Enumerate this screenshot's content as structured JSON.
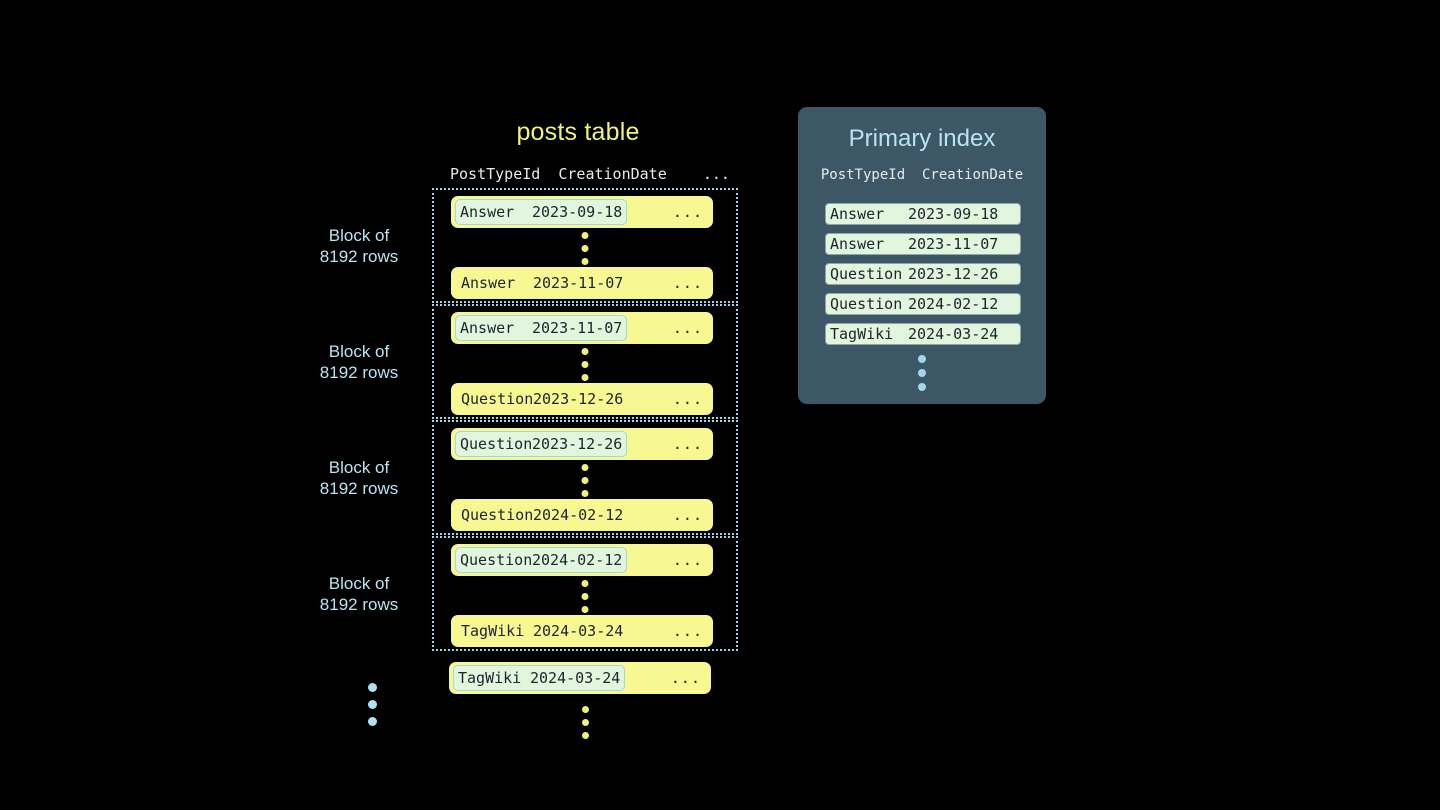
{
  "posts_table": {
    "title": "posts table",
    "column_header": "PostTypeId  CreationDate    ...",
    "ellipsis_cell": "...",
    "blocks": [
      {
        "label": "Block of\n8192 rows",
        "label_line1": "Block of",
        "label_line2": "8192 rows",
        "first_row": {
          "type": "Answer",
          "date": "2023-09-18",
          "highlighted": true
        },
        "last_row": {
          "type": "Answer",
          "date": "2023-11-07",
          "highlighted": false
        }
      },
      {
        "label_line1": "Block of",
        "label_line2": "8192 rows",
        "first_row": {
          "type": "Answer",
          "date": "2023-11-07",
          "highlighted": true
        },
        "last_row": {
          "type": "Question",
          "date": "2023-12-26",
          "highlighted": false
        }
      },
      {
        "label_line1": "Block of",
        "label_line2": "8192 rows",
        "first_row": {
          "type": "Question",
          "date": "2023-12-26",
          "highlighted": true
        },
        "last_row": {
          "type": "Question",
          "date": "2024-02-12",
          "highlighted": false
        }
      },
      {
        "label_line1": "Block of",
        "label_line2": "8192 rows",
        "first_row": {
          "type": "Question",
          "date": "2024-02-12",
          "highlighted": true
        },
        "last_row": {
          "type": "TagWiki",
          "date": "2024-03-24",
          "highlighted": false
        }
      }
    ],
    "trailing_row": {
      "type": "TagWiki",
      "date": "2024-03-24",
      "highlighted": true
    }
  },
  "primary_index": {
    "title": "Primary index",
    "column_header": "PostTypeId  CreationDate",
    "rows": [
      {
        "type": "Answer",
        "date": "2023-09-18"
      },
      {
        "type": "Answer",
        "date": "2023-11-07"
      },
      {
        "type": "Question",
        "date": "2023-12-26"
      },
      {
        "type": "Question",
        "date": "2024-02-12"
      },
      {
        "type": "TagWiki",
        "date": "2024-03-24"
      }
    ]
  },
  "colors": {
    "background": "#000000",
    "row_yellow": "#f8f892",
    "highlight_green": "#e2f5dd",
    "highlight_border": "#9fd6e8",
    "block_border": "#9fd6e8",
    "title_yellow": "#f2f27a",
    "label_blue": "#b8e4f2",
    "panel_slate": "#3e5767",
    "dot_yellow": "#f2f27a",
    "dot_blue": "#9fd8ee",
    "text_dark": "#1c2430",
    "header_text": "#e8eaee"
  }
}
